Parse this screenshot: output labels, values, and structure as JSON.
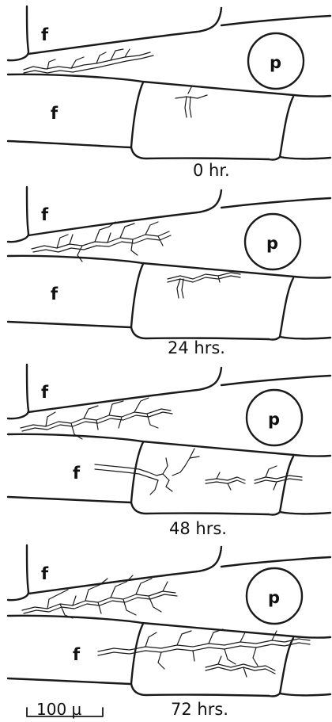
{
  "panels": [
    {
      "time_label": "0 hr.",
      "fiber_upper": "f",
      "fiber_lower": "f",
      "particle": "p"
    },
    {
      "time_label": "24 hrs.",
      "fiber_upper": "f",
      "fiber_lower": "f",
      "particle": "p"
    },
    {
      "time_label": "48 hrs.",
      "fiber_upper": "f",
      "fiber_lower": "f",
      "particle": "p"
    },
    {
      "time_label": "72 hrs.",
      "fiber_upper": "f",
      "fiber_lower": "f",
      "particle": "p"
    }
  ],
  "scale_bar": {
    "label": "100 µ"
  }
}
